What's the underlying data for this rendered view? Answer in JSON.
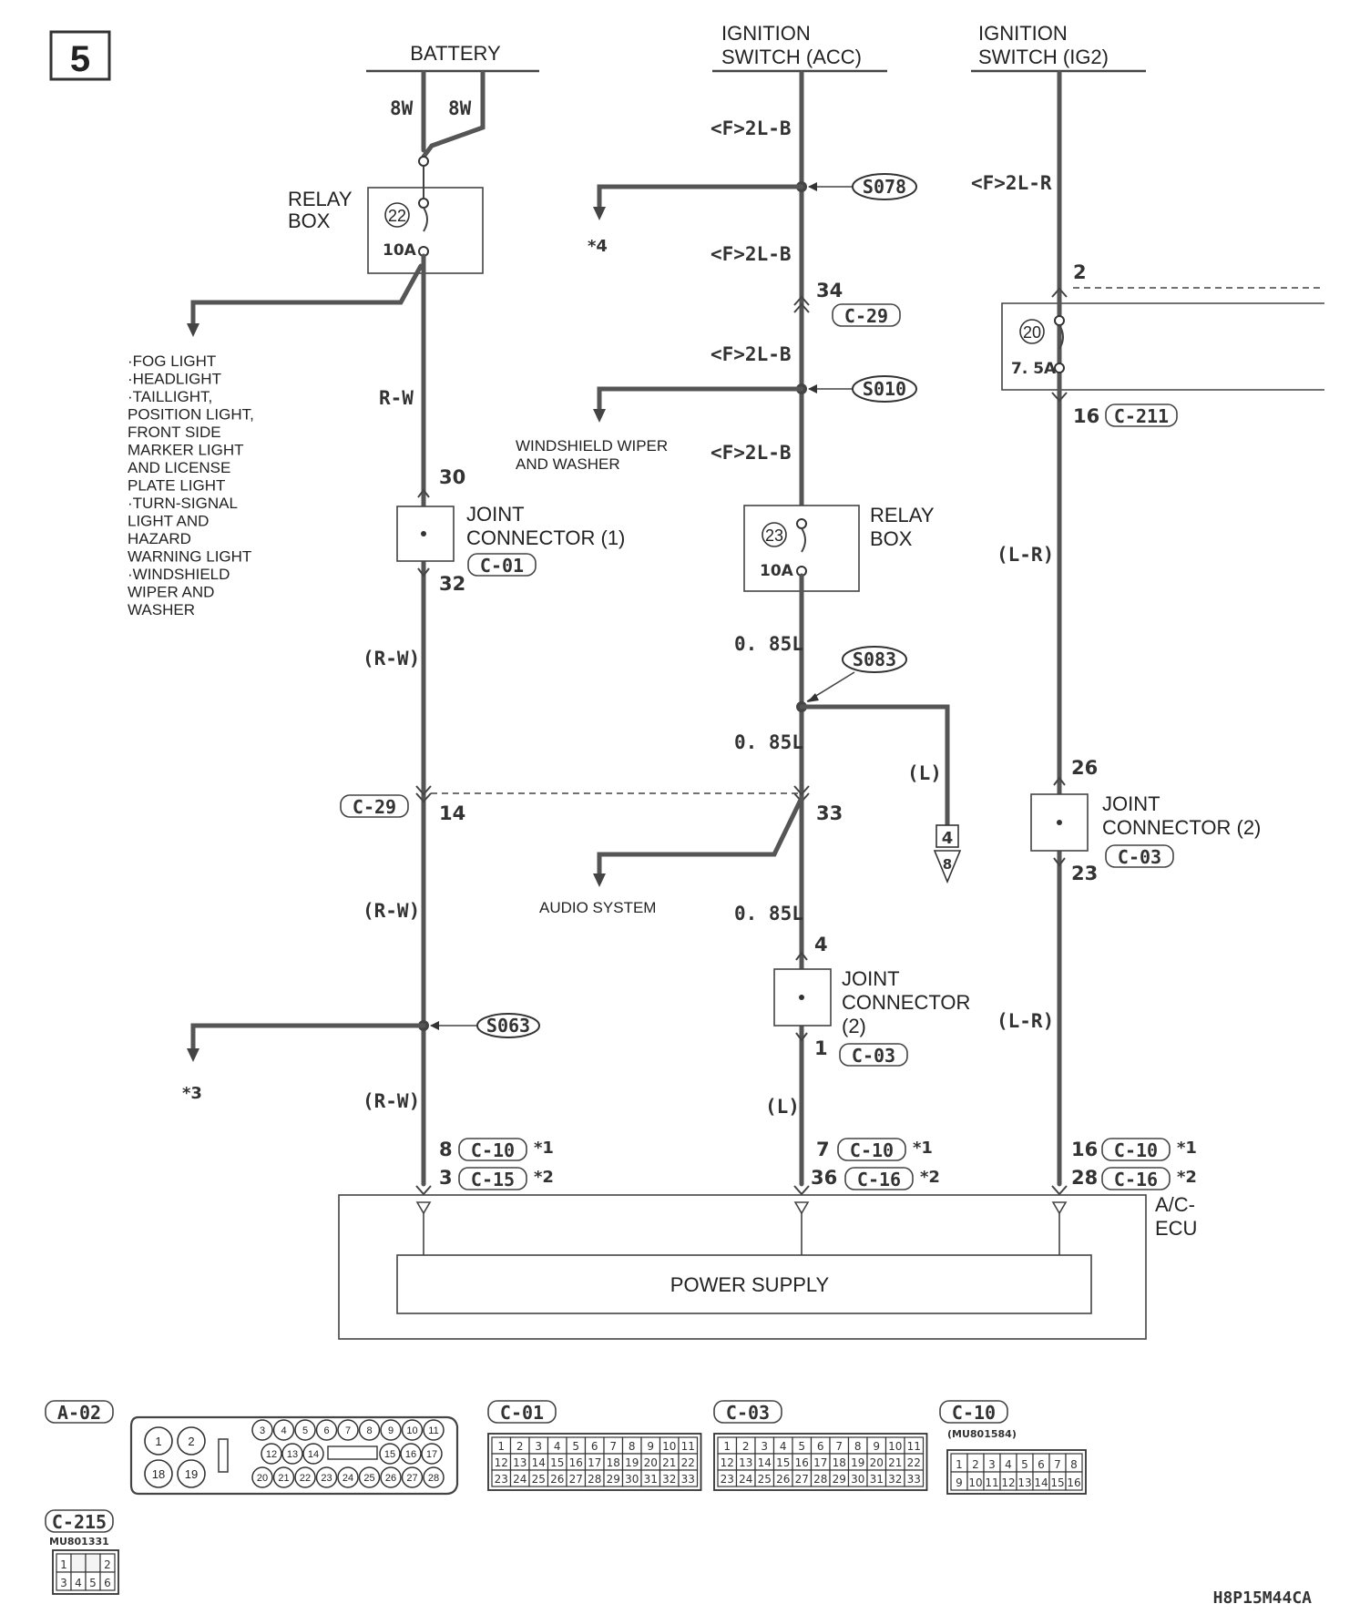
{
  "page_number": "5",
  "sources": {
    "battery": "BATTERY",
    "ign_acc": [
      "IGNITION",
      "SWITCH (ACC)"
    ],
    "ign_ig2": [
      "IGNITION",
      "SWITCH (IG2)"
    ]
  },
  "battery_circuit": {
    "wire_8w_a": "8W",
    "wire_8w_b": "8W",
    "relay_box": [
      "RELAY",
      "BOX"
    ],
    "fuse_no": "22",
    "fuse_amp": "10A",
    "branch_loads": [
      "·FOG LIGHT",
      "·HEADLIGHT",
      "·TAILLIGHT,",
      "POSITION LIGHT,",
      "FRONT SIDE",
      "MARKER LIGHT",
      "AND LICENSE",
      "PLATE LIGHT",
      "·TURN-SIGNAL",
      "LIGHT AND",
      "HAZARD",
      "WARNING LIGHT",
      "·WINDSHIELD",
      "WIPER AND",
      "WASHER"
    ],
    "wire_rw": "R-W",
    "pin_30": "30",
    "joint_connector": [
      "JOINT",
      "CONNECTOR (1)"
    ],
    "joint_connector_code": "C-01",
    "pin_32": "32",
    "wire_rw_paren_1": "(R-W)",
    "c29_code": "C-29",
    "pin_14": "14",
    "wire_rw_paren_2": "(R-W)",
    "splice": "S063",
    "star3": "*3",
    "wire_rw_paren_3": "(R-W)",
    "pin_a": "8",
    "code_a": "C-10",
    "note_a": "*1",
    "pin_b": "3",
    "code_b": "C-15",
    "note_b": "*2"
  },
  "acc_circuit": {
    "wire_1": "<F>2L-B",
    "splice_1": "S078",
    "star4": "*4",
    "wire_2": "<F>2L-B",
    "pin_34": "34",
    "c29_code": "C-29",
    "wire_3": "<F>2L-B",
    "splice_2": "S010",
    "wiper_branch": [
      "WINDSHIELD WIPER",
      "AND WASHER"
    ],
    "wire_4": "<F>2L-B",
    "relay_box": [
      "RELAY",
      "BOX"
    ],
    "fuse_no": "23",
    "fuse_amp": "10A",
    "wire_085_1": "0. 85L",
    "splice_3": "S083",
    "wire_085_2": "0. 85L",
    "wire_l_branch": "(L)",
    "ref_top": "4",
    "ref_bottom": "8",
    "pin_33": "33",
    "audio_branch": "AUDIO SYSTEM",
    "wire_085_3": "0. 85L",
    "pin_4": "4",
    "joint_connector": [
      "JOINT",
      "CONNECTOR",
      "(2)"
    ],
    "pin_1": "1",
    "joint_connector_code": "C-03",
    "wire_l": "(L)",
    "pin_a": "7",
    "code_a": "C-10",
    "note_a": "*1",
    "pin_b": "36",
    "code_b": "C-16",
    "note_b": "*2"
  },
  "ig2_circuit": {
    "wire_1": "<F>2L-R",
    "pin_2": "2",
    "fuse_no": "20",
    "fuse_amp": "7. 5A",
    "pin_16": "16",
    "code_211": "C-211",
    "wire_lr_1": "(L-R)",
    "pin_26": "26",
    "joint_connector": [
      "JOINT",
      "CONNECTOR (2)"
    ],
    "pin_23": "23",
    "joint_connector_code": "C-03",
    "wire_lr_2": "(L-R)",
    "pin_a": "16",
    "code_a": "C-10",
    "note_a": "*1",
    "pin_b": "28",
    "code_b": "C-16",
    "note_b": "*2"
  },
  "ecu": {
    "name": [
      "A/C-",
      "ECU"
    ],
    "power_supply": "POWER SUPPLY"
  },
  "connectors": {
    "a02": {
      "code": "A-02",
      "pins_large": [
        "1",
        "2",
        "18",
        "19"
      ],
      "pins_row1": [
        "3",
        "4",
        "5",
        "6",
        "7",
        "8",
        "9",
        "10",
        "11"
      ],
      "pins_row2": [
        "12",
        "13",
        "14",
        "15",
        "16",
        "17"
      ],
      "pins_row3": [
        "20",
        "21",
        "22",
        "23",
        "24",
        "25",
        "26",
        "27",
        "28"
      ]
    },
    "c01": {
      "code": "C-01",
      "rows": [
        [
          "1",
          "2",
          "3",
          "4",
          "5",
          "6",
          "7",
          "8",
          "9",
          "10",
          "11"
        ],
        [
          "12",
          "13",
          "14",
          "15",
          "16",
          "17",
          "18",
          "19",
          "20",
          "21",
          "22"
        ],
        [
          "23",
          "24",
          "25",
          "26",
          "27",
          "28",
          "29",
          "30",
          "31",
          "32",
          "33"
        ]
      ]
    },
    "c03": {
      "code": "C-03",
      "rows": [
        [
          "1",
          "2",
          "3",
          "4",
          "5",
          "6",
          "7",
          "8",
          "9",
          "10",
          "11"
        ],
        [
          "12",
          "13",
          "14",
          "15",
          "16",
          "17",
          "18",
          "19",
          "20",
          "21",
          "22"
        ],
        [
          "23",
          "24",
          "25",
          "26",
          "27",
          "28",
          "29",
          "30",
          "31",
          "32",
          "33"
        ]
      ]
    },
    "c10": {
      "code": "C-10",
      "part": "(MU801584)",
      "rows": [
        [
          "1",
          "2",
          "3",
          "4",
          "5",
          "6",
          "7",
          "8"
        ],
        [
          "9",
          "10",
          "11",
          "12",
          "13",
          "14",
          "15",
          "16"
        ]
      ]
    },
    "c215": {
      "code": "C-215",
      "part": "MU801331",
      "rows": [
        [
          "1",
          "",
          "",
          "2"
        ],
        [
          "3",
          "4",
          "5",
          "6"
        ]
      ]
    }
  },
  "diagram_code": "H8P15M44CA"
}
